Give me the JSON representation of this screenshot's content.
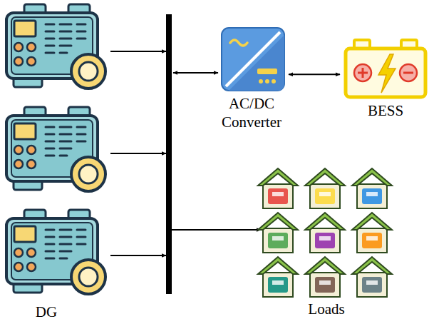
{
  "diagram": {
    "nodes": [
      {
        "text": [
          "AC/DC Converter"
        ]
      },
      {
        "text": [
          "BESS"
        ]
      },
      {
        "text": [
          "Loads"
        ]
      }
    ],
    "edges": [
      {
        "from": 0,
        "to": 1,
        "arrow": "both"
      }
    ],
    "labels": [
      "DG"
    ]
  }
}
